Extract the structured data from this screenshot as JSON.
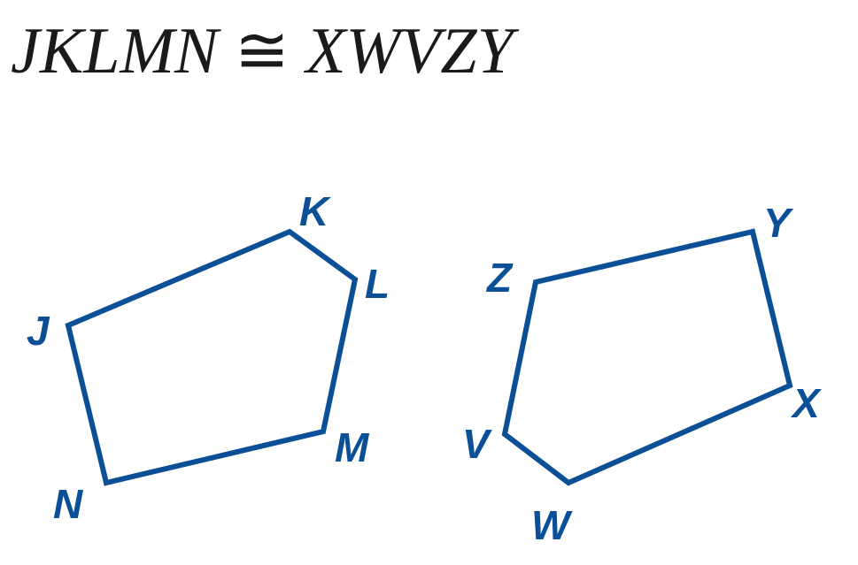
{
  "title": {
    "left": "JKLMN",
    "symbol": "≅",
    "right": "XWVZY"
  },
  "color": "#0b4f97",
  "polygons": [
    {
      "name": "JKLMN",
      "vertices": [
        "J",
        "K",
        "L",
        "M",
        "N"
      ]
    },
    {
      "name": "XWVZY",
      "vertices": [
        "Z",
        "Y",
        "X",
        "W",
        "V"
      ]
    }
  ],
  "labels": {
    "J": "J",
    "K": "K",
    "L": "L",
    "M": "M",
    "N": "N",
    "Z": "Z",
    "Y": "Y",
    "X": "X",
    "W": "W",
    "V": "V"
  }
}
